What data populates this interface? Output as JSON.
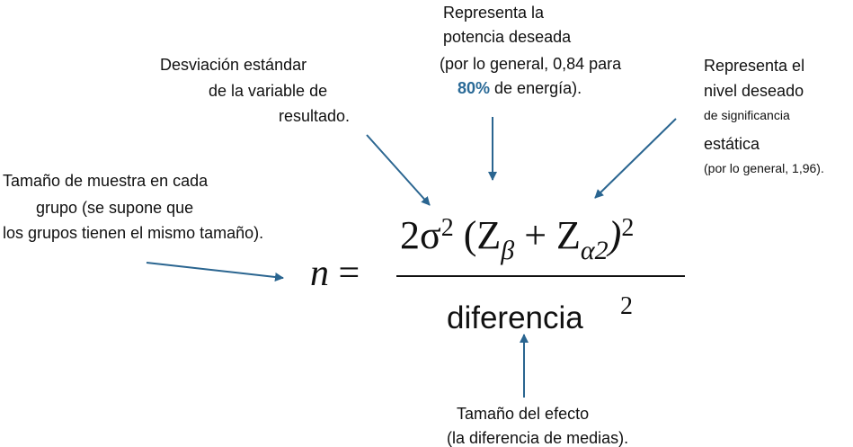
{
  "annotations": {
    "power": {
      "line1": "Representa la",
      "line2": "potencia deseada",
      "line3": "(por lo general, 0,84 para",
      "highlight": "80%",
      "line4_rest": " de energía)."
    },
    "sd": {
      "line1": "Desviación estándar",
      "line2": "de la variable de",
      "line3": "resultado."
    },
    "n": {
      "line1": "Tamaño de muestra en cada",
      "line2": "grupo (se supone que",
      "line3": "los grupos tienen el mismo tamaño)."
    },
    "alpha": {
      "line1": "Representa el",
      "line2": "nivel deseado",
      "line3": "de significancia",
      "line4": "estática",
      "line5": "(por lo general, 1,96)."
    },
    "effect": {
      "line1": "Tamaño del efecto",
      "line2": "(la diferencia de medias)."
    }
  },
  "formula": {
    "lhs": "n",
    "equals": "=",
    "num_coef": "2σ",
    "num_sq": "2",
    "open": "(Z",
    "beta": "β",
    "plus": "+ Z",
    "alpha2": "α2",
    "close": ")",
    "num_pow": "2",
    "denominator": "diferencia",
    "den_pow": "2"
  },
  "colors": {
    "arrow": "#2a6590",
    "highlight": "#2a6a97"
  }
}
